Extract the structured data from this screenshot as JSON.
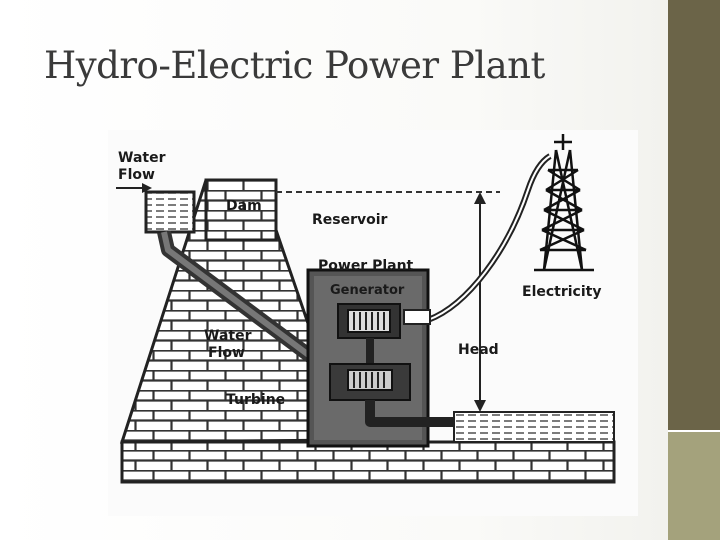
{
  "slide": {
    "title": "Hydro-Electric Power Plant",
    "accent_colors": {
      "bar_dark": "#6b6448",
      "bar_light": "#a4a27c"
    }
  },
  "diagram": {
    "labels": {
      "water_flow_top_1": "Water",
      "water_flow_top_2": "Flow",
      "dam": "Dam",
      "reservoir": "Reservoir",
      "power_plant": "Power Plant",
      "generator": "Generator",
      "electricity": "Electricity",
      "water_flow_mid_1": "Water",
      "water_flow_mid_2": "Flow",
      "head": "Head",
      "turbine": "Turbine"
    }
  }
}
